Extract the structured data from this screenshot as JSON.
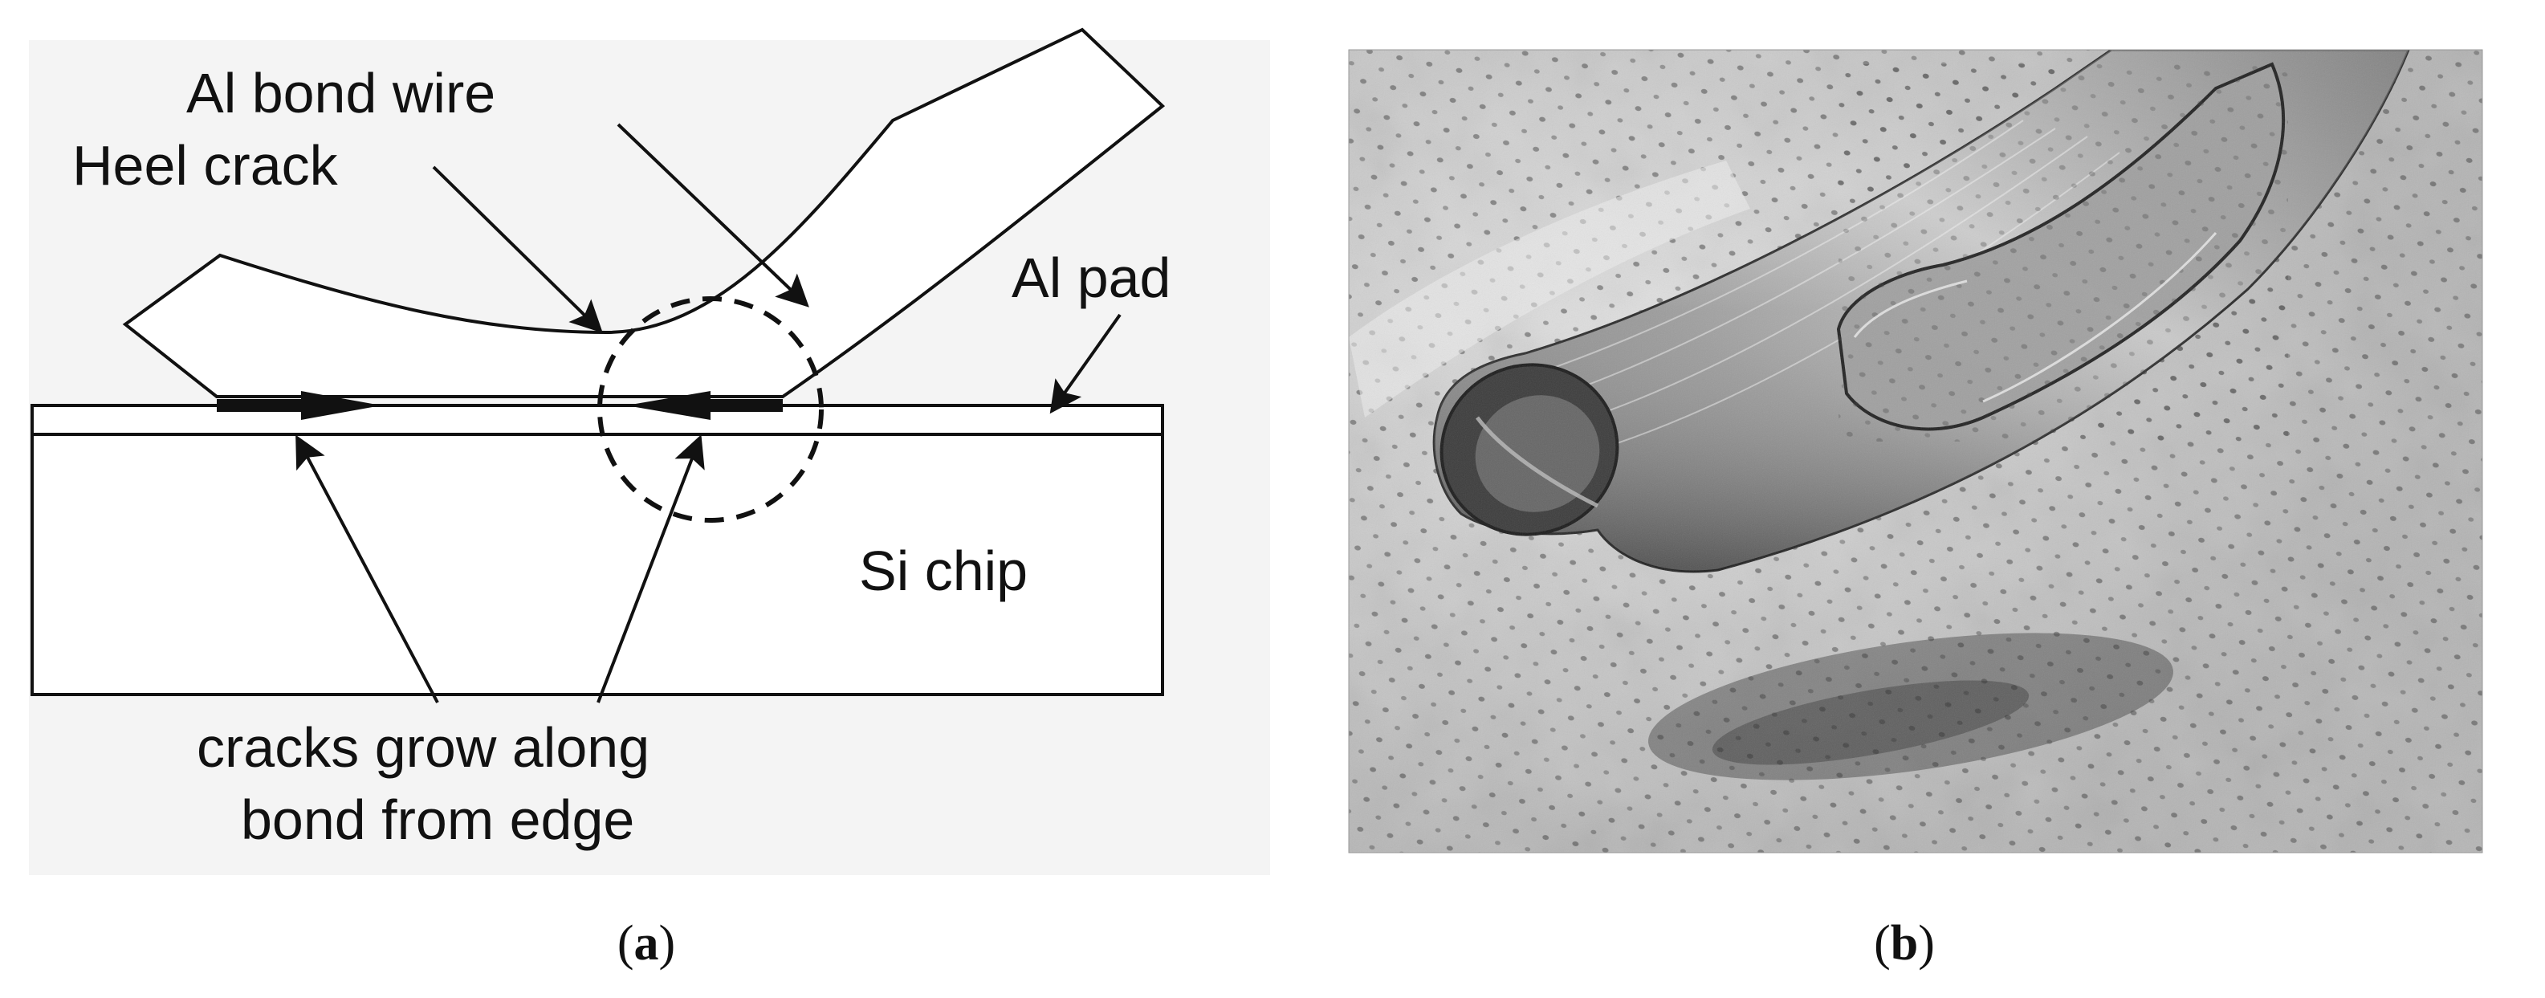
{
  "panel_a": {
    "labels": {
      "bond_wire": "Al bond wire",
      "heel_crack": "Heel crack",
      "pad": "Al pad",
      "chip": "Si chip",
      "cracks_line1": "cracks grow along",
      "cracks_line2": "bond from edge"
    },
    "caption": {
      "open": "(",
      "letter": "a",
      "close": ")"
    }
  },
  "panel_b": {
    "caption": {
      "open": "(",
      "letter": "b",
      "close": ")"
    }
  }
}
